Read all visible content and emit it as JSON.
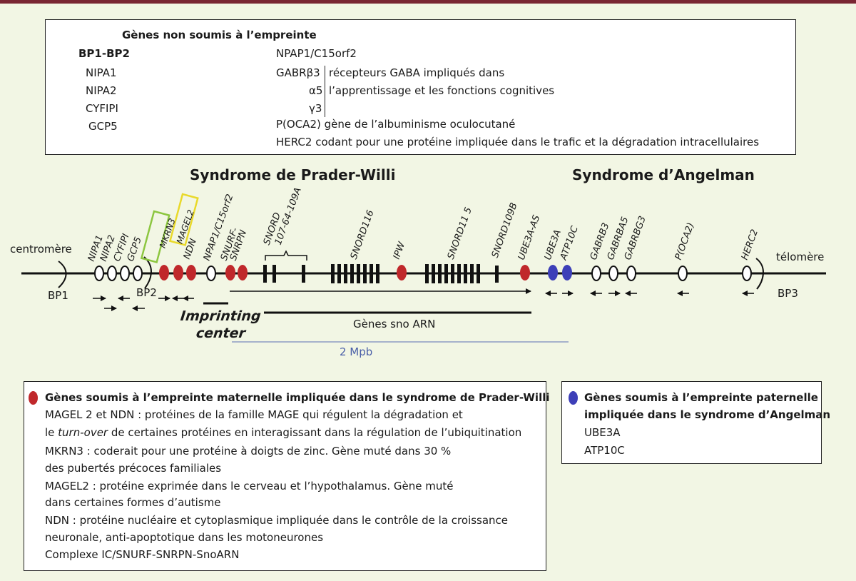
{
  "top_box": {
    "heading": "Gènes non soumis à l’empreinte",
    "left_col": [
      "BP1-BP2",
      "NIPA1",
      "NIPA2",
      "CYFIPI",
      "GCP5"
    ],
    "right_genes": [
      "NPAP1/C15orf2",
      "GABRβ3",
      "α5",
      "γ3",
      "P(OCA2) gène de l’albuminisme oculocutané",
      "HERC2 codant pour une protéine impliquée dans le trafic et la dégradation intracellulaires"
    ],
    "gaba_note_1": "récepteurs GABA impliqués dans",
    "gaba_note_2": "l’apprentissage et les fonctions cognitives"
  },
  "diagram": {
    "title_pw": "Syndrome de Prader-Willi",
    "title_as": "Syndrome d’Angelman",
    "centromere": "centromère",
    "telomere": "télomère",
    "bp1": "BP1",
    "bp2": "BP2",
    "bp3": "BP3",
    "genes": [
      "NIPA1",
      "NIPA2",
      "CYFIPI",
      "GCP5",
      "MKRN3",
      "MAGEL2",
      "NDN",
      "NPAP1/C15orf2",
      "SNURF-",
      "SNRPN",
      "SNORD",
      "107-64-109A",
      "SNORD116",
      "IPW",
      "SNORD11 5",
      "SNORD109B",
      "UBE3A-AS",
      "UBE3A",
      "ATP10C",
      "GABRB3",
      "GABRBA5",
      "GABRBG3",
      "P(OCA2)",
      "HERC2"
    ],
    "imprinting_1": "Imprinting",
    "imprinting_2": "center",
    "sno": "Gènes sno ARN",
    "scale": "2 Mpb",
    "colors": {
      "maternal": "#c0282b",
      "paternal": "#3d3fb8",
      "mkrn3_box": "#8cc63f",
      "magel2_box": "#e9d92a",
      "scale": "#5a6fb5",
      "bar": "#7a2733"
    }
  },
  "pw_box": {
    "heading": "Gènes soumis à l’empreinte maternelle impliquée dans le syndrome de Prader-Willi",
    "line1": "MAGEL 2 et NDN : protéines de la famille MAGE qui régulent la dégradation et",
    "line2_pre": "le ",
    "line2_em": "turn-over",
    "line2_post": " de certaines protéines en interagissant dans la régulation de l’ubiquitination",
    "line3": "MKRN3 : coderait pour une protéine à doigts de zinc. Gène muté dans 30 %",
    "line4": "des pubertés précoces familiales",
    "line5": "MAGEL2 : protéine exprimée dans le cerveau et l’hypothalamus. Gène muté",
    "line6": "dans certaines formes d’autisme",
    "line7": "NDN : protéine nucléaire et cytoplasmique impliquée dans le contrôle de la croissance",
    "line8": "neuronale, anti-apoptotique dans les motoneurones",
    "line9": "Complexe IC/SNURF-SNRPN-SnoARN"
  },
  "as_box": {
    "heading_1": "Gènes soumis à l’empreinte paternelle",
    "heading_2": "impliquée dans le syndrome d’Angelman",
    "items": [
      "UBE3A",
      "ATP10C"
    ]
  }
}
